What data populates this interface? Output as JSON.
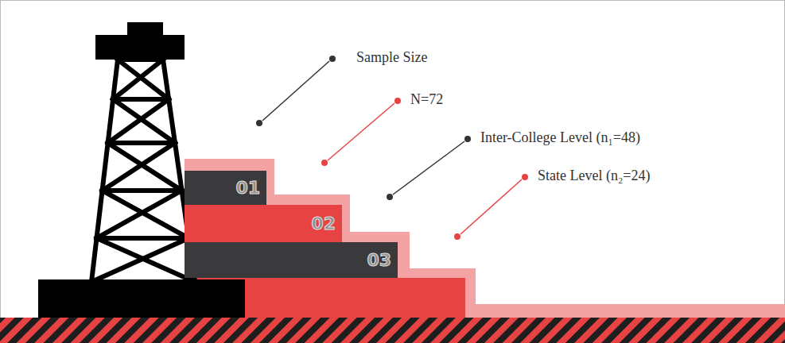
{
  "diagram": {
    "nodes": [
      {
        "text": [
          "01"
        ]
      },
      {
        "text": [
          "02"
        ]
      },
      {
        "text": [
          "03"
        ]
      }
    ],
    "labels": [
      "Sample Size",
      "N=72",
      "Inter-College Level (n₁=48)",
      "State Level (n₂=24)"
    ]
  }
}
